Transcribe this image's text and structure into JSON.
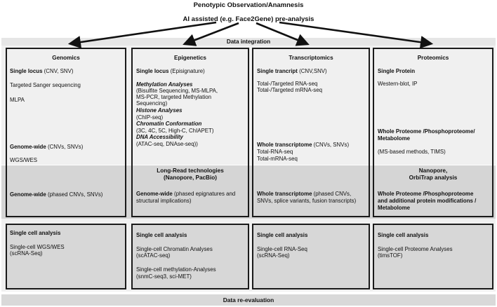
{
  "header": {
    "line1": "Penotypic Observation/Anamnesis",
    "line2": "AI assisted  (e.g. Face2Gene) pre-analysis"
  },
  "data_integration": "Data integration",
  "data_reevaluation": "Data re-evaluation",
  "genomics": {
    "title": "Genomics",
    "single_locus_bold": "Single locus",
    "single_locus_rest": " (CNV, SNV)",
    "sanger": "Targeted Sanger sequencing",
    "mlpa": "MLPA",
    "genome_wide_bold": "Genome-wide",
    "genome_wide_rest": " (CNVs, SNVs)",
    "wgs": "WGS/WES",
    "lr_genome_bold": "Genome-wide",
    "lr_genome_rest": " (phased CNVs, SNVs)",
    "sc_title": "Single cell analysis",
    "sc_line1": "Single-cell WGS/WES",
    "sc_line2": "(scRNA-Seq)"
  },
  "epigenetics": {
    "title": "Epigenetics",
    "single_locus_bold": "Single locus",
    "single_locus_rest": " (Episignature)",
    "meth_title": "Methylation Analyses",
    "meth_l1": "(Bisulfite Sequencing, MS-MLPA,",
    "meth_l2": "MS-PCR, targeted Methylation",
    "meth_l3": "Sequencing)",
    "histone_title": "Histone Analyses",
    "histone_l1": "(ChIP-seq)",
    "chrom_title": "Chromatin Conformation",
    "chrom_l1": "(3C, 4C, 5C, High-C, ChIAPET)",
    "dna_title": "DNA Accessibility",
    "dna_l1": "(ATAC-seq, DNAse-seq))",
    "lr_title1": "Long-Read technologies",
    "lr_title2": "(Nanopore, PacBio)",
    "lr_genome_bold": "Genome-wide",
    "lr_genome_rest": " (phased epignatures and",
    "lr_genome_l2": "structural implications)",
    "sc_title": "Single cell analysis",
    "sc_l1": "Single-cell Chromatin Analyses",
    "sc_l2": "(scATAC-seq)",
    "sc_l3": "Single-cell methylation-Analyses",
    "sc_l4": "(snmC-seq3, sci-MET)"
  },
  "transcriptomics": {
    "title": "Transcriptomics",
    "single_bold": "Single trancript",
    "single_rest": "  (CNV,SNV)",
    "tgt1": "Total-/Targeted  RNA-seq",
    "tgt2": "Total-/Targeted  mRNA-seq",
    "whole_bold": "Whole transcriptome",
    "whole_rest": " (CNVs, SNVs)",
    "total_rna": "Total-RNA-seq",
    "total_mrna": "Total-mRNA-seq",
    "lr_bold": "Whole transcriptome",
    "lr_rest": " (phased CNVs,",
    "lr_l2": "SNVs, splice variants, fusion transcripts)",
    "sc_title": "Single cell analysis",
    "sc_l1": "Single-cell RNA-Seq",
    "sc_l2": "(scRNA-Seq)"
  },
  "proteomics": {
    "title": "Proteomics",
    "single_bold": "Single Protein",
    "western": "Western-blot, IP",
    "whole_l1": "Whole Proteome /Phosphoproteome/",
    "whole_l2": "Metabolome",
    "ms": "(MS-based methods, TIMS)",
    "lr_title1": "Nanopore,",
    "lr_title2": "OrbiTrap analysis",
    "lr_l1": "Whole Proteome  /Phosphoproteome",
    "lr_l2": "and additional protein modifications /",
    "lr_l3": "Metabolome",
    "sc_title": "Single cell analysis",
    "sc_l1": "Single-cell Proteome Analyses",
    "sc_l2": "(timsTOF)"
  }
}
